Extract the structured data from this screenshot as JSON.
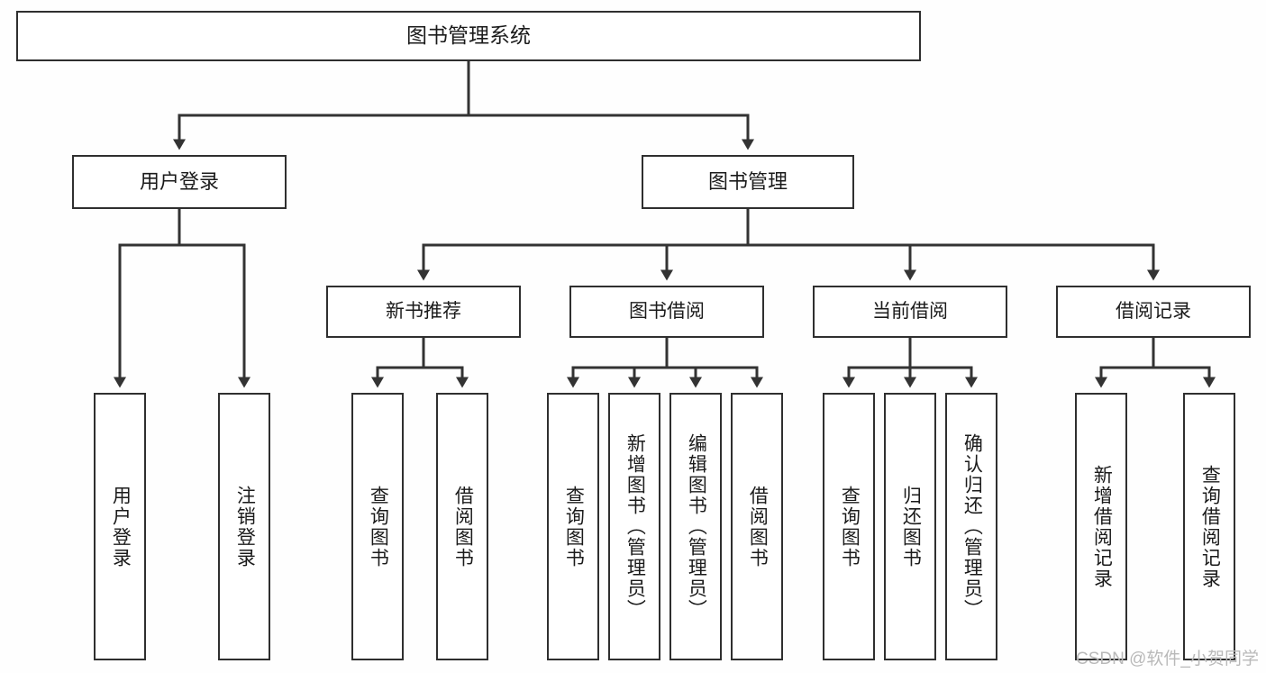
{
  "diagram": {
    "title": "图书管理系统",
    "type": "tree",
    "colors": {
      "box_border": "#2f2f2f",
      "box_fill": "#ffffff",
      "connector": "#333333",
      "text": "#1b1b1b",
      "watermark": "#b9b9b9",
      "background": "#fefefe"
    },
    "root": {
      "label": "图书管理系统"
    },
    "level2": [
      {
        "label": "用户登录"
      },
      {
        "label": "图书管理"
      }
    ],
    "level3": [
      {
        "label": "新书推荐"
      },
      {
        "label": "图书借阅"
      },
      {
        "label": "当前借阅"
      },
      {
        "label": "借阅记录"
      }
    ],
    "leaves": {
      "user_login": [
        {
          "label": "用户登录"
        },
        {
          "label": "注销登录"
        }
      ],
      "new_book_recommend": [
        {
          "label": "查询图书"
        },
        {
          "label": "借阅图书"
        }
      ],
      "book_borrow": [
        {
          "label": "查询图书"
        },
        {
          "label": "新增图书（管理员）"
        },
        {
          "label": "编辑图书（管理员）"
        },
        {
          "label": "借阅图书"
        }
      ],
      "current_borrow": [
        {
          "label": "查询图书"
        },
        {
          "label": "归还图书"
        },
        {
          "label": "确认归还（管理员）"
        }
      ],
      "borrow_record": [
        {
          "label": "新增借阅记录"
        },
        {
          "label": "查询借阅记录"
        }
      ]
    },
    "watermark": "CSDN @软件_小贺同学"
  }
}
